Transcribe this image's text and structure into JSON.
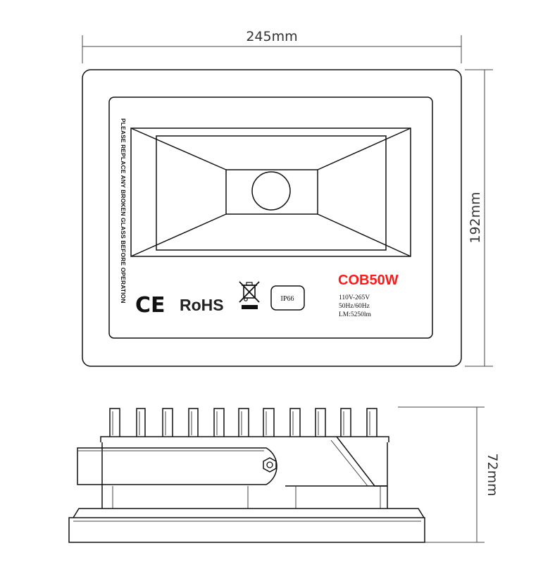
{
  "dimensions": {
    "width": "245mm",
    "height": "192mm",
    "depth": "72mm"
  },
  "label": {
    "warning": "PLEASE REPLACE ANY BROKEN GLASS BEFORE OPERATION",
    "ce_mark": "CE",
    "rohs": "RoHS",
    "ip_rating": "IP66",
    "model": "COB50W",
    "specs": [
      "110V-265V",
      "50Hz/60Hz",
      "LM:5250lm"
    ]
  },
  "icons": {
    "weee": "crossed-out-wheelie-bin-icon",
    "bolt": "hex-bolt-icon"
  },
  "colors": {
    "model_text": "#ff1a1a",
    "line": "#111111"
  }
}
